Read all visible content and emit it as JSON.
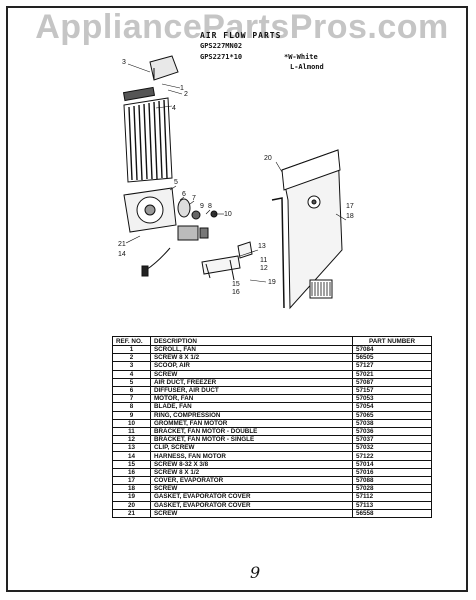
{
  "watermark": "AppliancePartsPros.com",
  "header": {
    "title": "AIR FLOW PARTS",
    "models": [
      "GPS227MN02",
      "GPS2271*10"
    ],
    "color_codes": [
      "*W-White",
      "L-Almond"
    ]
  },
  "diagram": {
    "callouts": [
      "3",
      "1",
      "2",
      "4",
      "5",
      "6",
      "7",
      "8",
      "9",
      "10",
      "21",
      "14",
      "20",
      "17",
      "18",
      "13",
      "11",
      "12",
      "15",
      "16",
      "19"
    ]
  },
  "table": {
    "headers": {
      "ref": "REF. NO.",
      "desc": "DESCRIPTION",
      "pn": "PART NUMBER"
    },
    "rows": [
      {
        "ref": "1",
        "desc": "SCROLL, FAN",
        "pn": "57084"
      },
      {
        "ref": "2",
        "desc": "SCREW 8 X 1/2",
        "pn": "56505"
      },
      {
        "ref": "3",
        "desc": "SCOOP, AIR",
        "pn": "57127"
      },
      {
        "ref": "4",
        "desc": "SCREW",
        "pn": "57021"
      },
      {
        "ref": "5",
        "desc": "AIR DUCT, FREEZER",
        "pn": "57087"
      },
      {
        "ref": "6",
        "desc": "DIFFUSER, AIR DUCT",
        "pn": "57157"
      },
      {
        "ref": "7",
        "desc": "MOTOR, FAN",
        "pn": "57053"
      },
      {
        "ref": "8",
        "desc": "BLADE, FAN",
        "pn": "57054"
      },
      {
        "ref": "9",
        "desc": "RING, COMPRESSION",
        "pn": "57065"
      },
      {
        "ref": "10",
        "desc": "GROMMET, FAN MOTOR",
        "pn": "57038"
      },
      {
        "ref": "11",
        "desc": "BRACKET, FAN MOTOR - DOUBLE",
        "pn": "57036"
      },
      {
        "ref": "12",
        "desc": "BRACKET, FAN MOTOR - SINGLE",
        "pn": "57037"
      },
      {
        "ref": "13",
        "desc": "CLIP, SCREW",
        "pn": "57032"
      },
      {
        "ref": "14",
        "desc": "HARNESS, FAN MOTOR",
        "pn": "57122"
      },
      {
        "ref": "15",
        "desc": "SCREW 8-32 X 3/8",
        "pn": "57014"
      },
      {
        "ref": "16",
        "desc": "SCREW 8 X 1/2",
        "pn": "57016"
      },
      {
        "ref": "17",
        "desc": "COVER, EVAPORATOR",
        "pn": "57088"
      },
      {
        "ref": "18",
        "desc": "SCREW",
        "pn": "57028"
      },
      {
        "ref": "19",
        "desc": "GASKET, EVAPORATOR COVER",
        "pn": "57112"
      },
      {
        "ref": "20",
        "desc": "GASKET, EVAPORATOR COVER",
        "pn": "57113"
      },
      {
        "ref": "21",
        "desc": "SCREW",
        "pn": "56558"
      }
    ]
  },
  "page_number": "9"
}
